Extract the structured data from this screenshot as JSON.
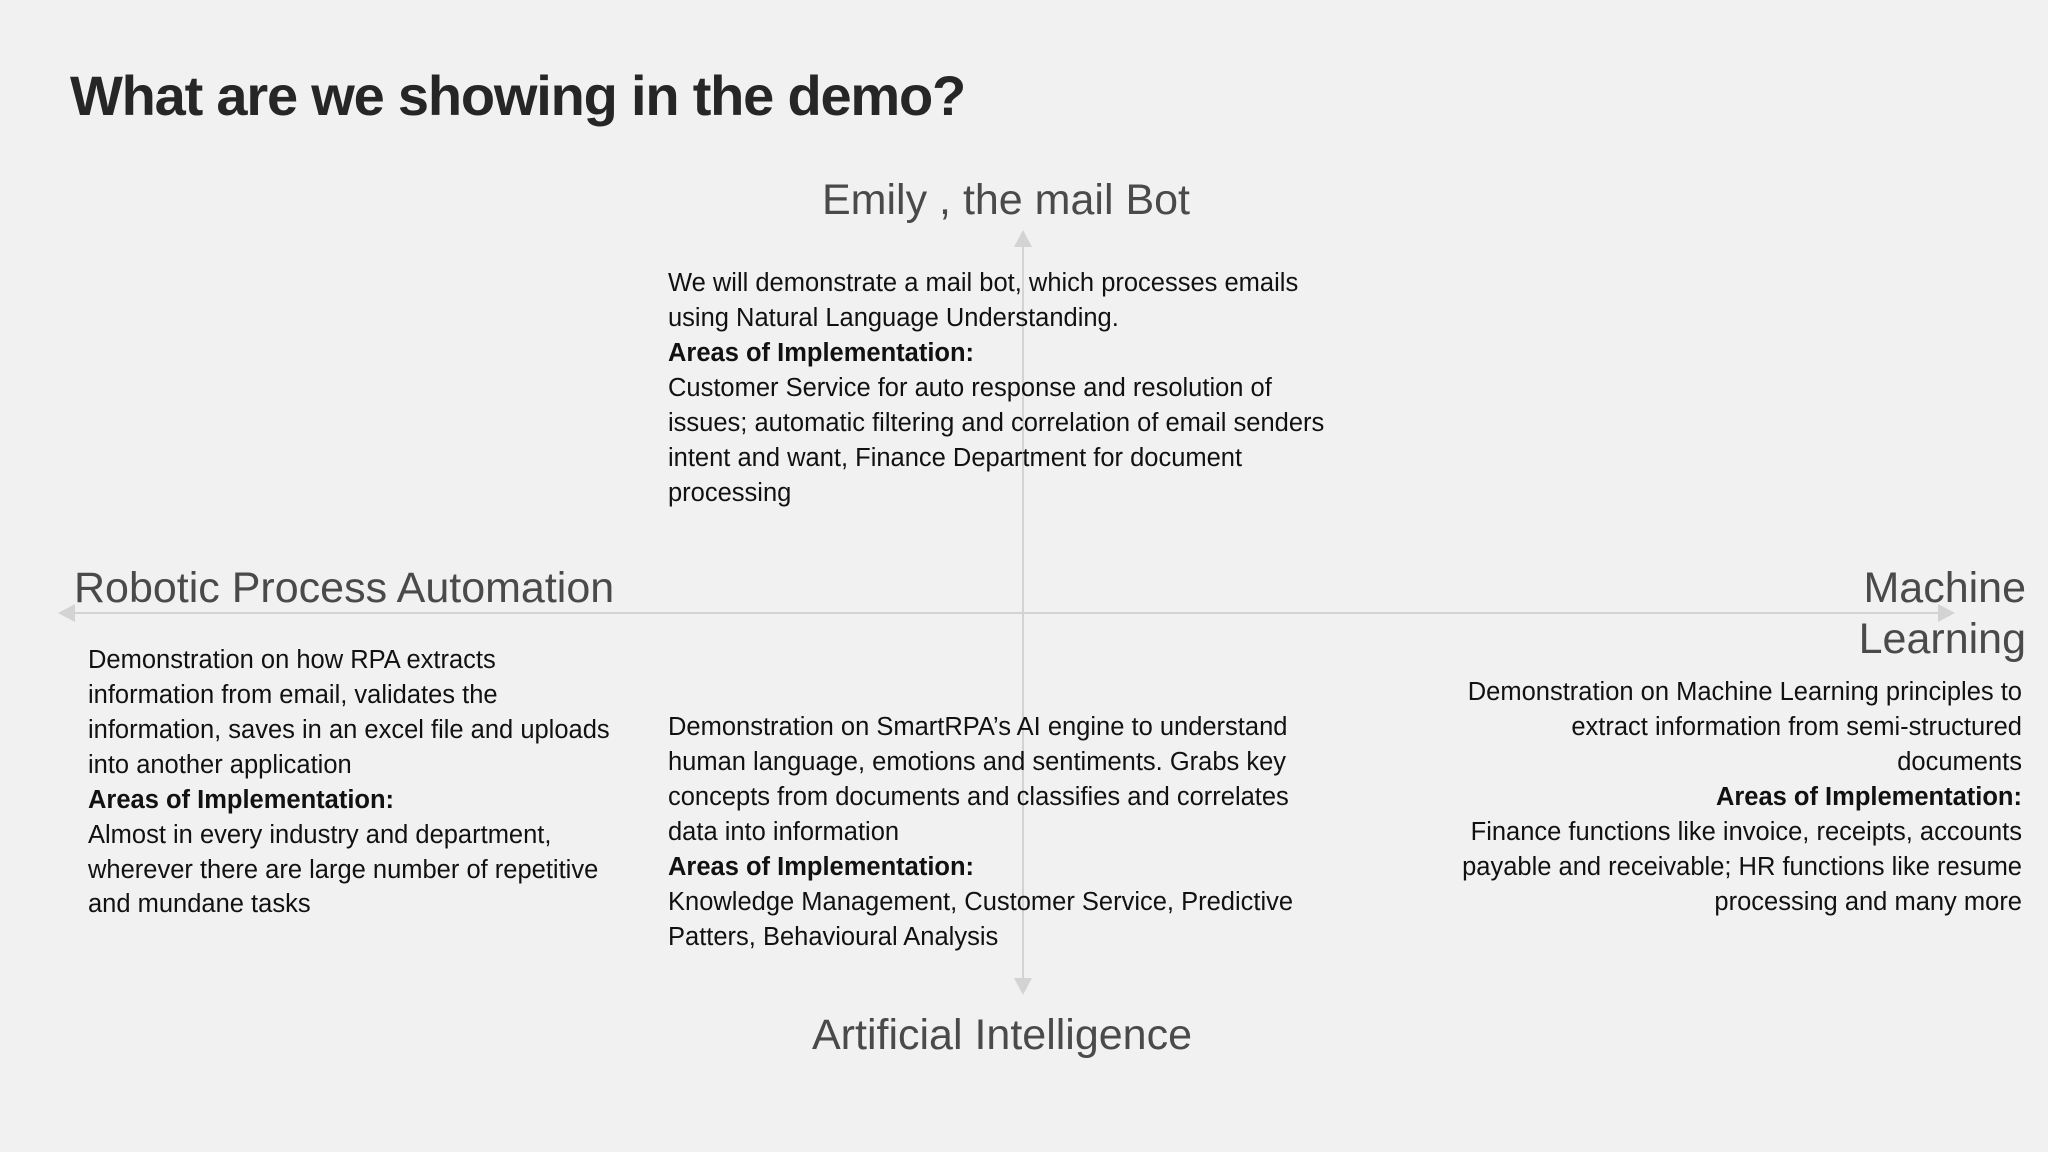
{
  "slide": {
    "title": "What are we showing in the demo?",
    "background_color": "#f1f1f1",
    "axis_color": "#d3d3d3",
    "label_color": "#4a4a4a",
    "body_color": "#111111"
  },
  "axes": {
    "top_label": "Emily , the mail Bot",
    "bottom_label": "Artificial Intelligence",
    "left_label": "Robotic Process Automation",
    "right_label": "Machine Learning"
  },
  "quadrants": {
    "top": {
      "description": "We will demonstrate a mail bot, which processes emails using Natural Language Understanding.",
      "areas_heading": "Areas of Implementation:",
      "areas_text": "Customer Service for auto response and resolution of issues; automatic filtering and correlation of email senders intent and want, Finance Department for document processing"
    },
    "left": {
      "description": "Demonstration on how RPA extracts information from email, validates the information, saves in an excel file and uploads into another application",
      "areas_heading": "Areas of Implementation:",
      "areas_text": "Almost in every industry and department, wherever there are large number of repetitive and mundane tasks"
    },
    "center": {
      "description": "Demonstration on SmartRPA’s AI engine to understand human language, emotions and sentiments. Grabs key concepts from documents and classifies and correlates data into information",
      "areas_heading": "Areas of Implementation:",
      "areas_text": "Knowledge Management, Customer Service, Predictive Patters, Behavioural Analysis"
    },
    "right": {
      "description": "Demonstration on Machine Learning principles to extract information from semi-structured documents",
      "areas_heading": "Areas of Implementation:",
      "areas_text": "Finance functions like invoice, receipts, accounts payable and receivable; HR functions like resume processing and many more"
    }
  }
}
